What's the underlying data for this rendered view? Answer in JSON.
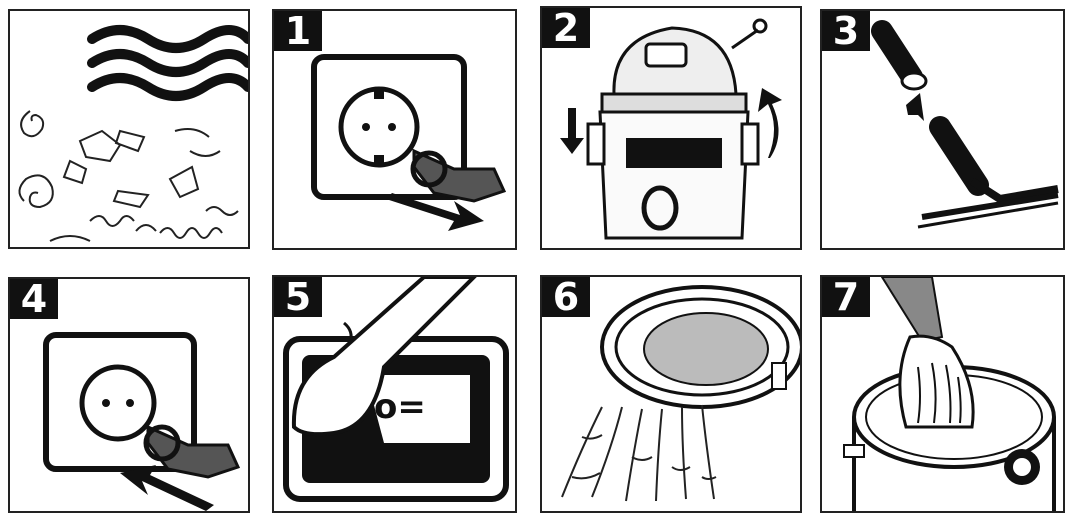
{
  "panels": [
    {
      "number": "",
      "subject": "debris"
    },
    {
      "number": "1",
      "subject": "unplug"
    },
    {
      "number": "2",
      "subject": "open-latches"
    },
    {
      "number": "3",
      "subject": "remove-hose"
    },
    {
      "number": "4",
      "subject": "plug-in"
    },
    {
      "number": "5",
      "subject": "switch-on"
    },
    {
      "number": "6",
      "subject": "rinse-filter"
    },
    {
      "number": "7",
      "subject": "wipe-tank"
    }
  ],
  "switch_text": "o="
}
